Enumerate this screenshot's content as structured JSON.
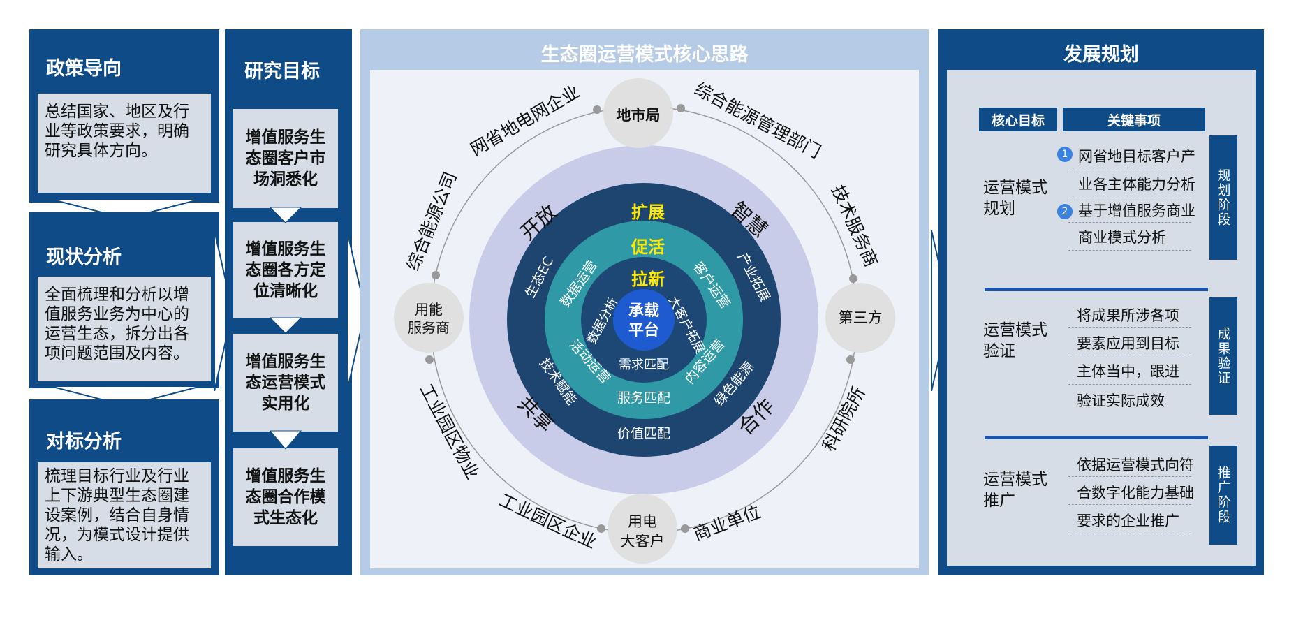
{
  "left": {
    "sections": [
      {
        "title": "政策导向",
        "text": [
          "总结国家、地区及行",
          "业等政策要求，明确",
          "研究具体方向。"
        ]
      },
      {
        "title": "现状分析",
        "text": [
          "全面梳理和分析以增",
          "值服务业务为中心的",
          "运营生态，拆分出各",
          "项问题范围及内容。"
        ]
      },
      {
        "title": "对标分析",
        "text": [
          "梳理目标行业及行业",
          "上下游典型生态圈建",
          "设案例，结合自身情",
          "况，为模式设计提供",
          "输入。"
        ]
      }
    ]
  },
  "goals": {
    "title": "研究目标",
    "items": [
      [
        "增值服务生",
        "态圈客户市",
        "场洞悉化"
      ],
      [
        "增值服务生",
        "态圈各方定",
        "位清晰化"
      ],
      [
        "增值服务生",
        "态运营模式",
        "实用化"
      ],
      [
        "增值服务生",
        "态圈合作模",
        "式生态化"
      ]
    ]
  },
  "center": {
    "title": "生态圈运营模式核心思路",
    "core": [
      "承载",
      "平台"
    ],
    "ring_inner": {
      "label": "拉新",
      "left": "数据分析",
      "right": "大客户拓展",
      "bottom": "需求匹配"
    },
    "ring_mid": {
      "label": "促活",
      "left_top": "数据运营",
      "right_top": "客户运营",
      "left_bottom": "活动运营",
      "right_bottom": "内容运营",
      "bottom": "服务匹配"
    },
    "ring_outer": {
      "label": "扩展",
      "left_top": "生态EC",
      "right_top": "产业拓展",
      "left_bottom": "技术赋能",
      "right_bottom": "绿色能源",
      "bottom": "价值匹配"
    },
    "ring_lav": {
      "tl": "开放",
      "tr": "智慧",
      "bl": "共享",
      "br": "合作"
    },
    "nodes": {
      "top": "地市局",
      "left": [
        "用能",
        "服务商"
      ],
      "right": "第三方",
      "bottom": [
        "用电",
        "大客户"
      ]
    },
    "arc_labels": {
      "top_left": "网省地电网企业",
      "top_right": "综合能源管理部门",
      "left_upper": "综合能源公司",
      "right_upper": "技术服务商",
      "left_lower": "工业园区物业",
      "right_lower": "科研院所",
      "bottom_left": "工业园区企业",
      "bottom_right": "商业单位"
    }
  },
  "right": {
    "title": "发展规划",
    "col1": "核心目标",
    "col2": "关键事项",
    "blocks": [
      {
        "goal": [
          "运营模式",
          "规划"
        ],
        "items": [
          "网省地目标客户产",
          "业各主体能力分析",
          "基于增值服务商业",
          "商业模式分析"
        ],
        "tag": "规划阶段",
        "nums": [
          "1",
          "2"
        ]
      },
      {
        "goal": [
          "运营模式",
          "验证"
        ],
        "items": [
          "将成果所涉各项",
          "要素应用到目标",
          "主体当中，跟进",
          "验证实际成效"
        ],
        "tag": "成果验证"
      },
      {
        "goal": [
          "运营模式",
          "推广"
        ],
        "items": [
          "依据运营模式向符",
          "合数字化能力基础",
          "要求的企业推广"
        ],
        "tag": "推广阶段"
      }
    ]
  },
  "colors": {
    "navy": "#0f4b86",
    "light": "#d6dde6",
    "ring_outer": "#1e4570",
    "ring_mid": "#2f9aa6",
    "ring_inner": "#1d4876",
    "core": "#1e5bd0",
    "lavender": "#c9cce8",
    "yellow": "#ffe800"
  }
}
